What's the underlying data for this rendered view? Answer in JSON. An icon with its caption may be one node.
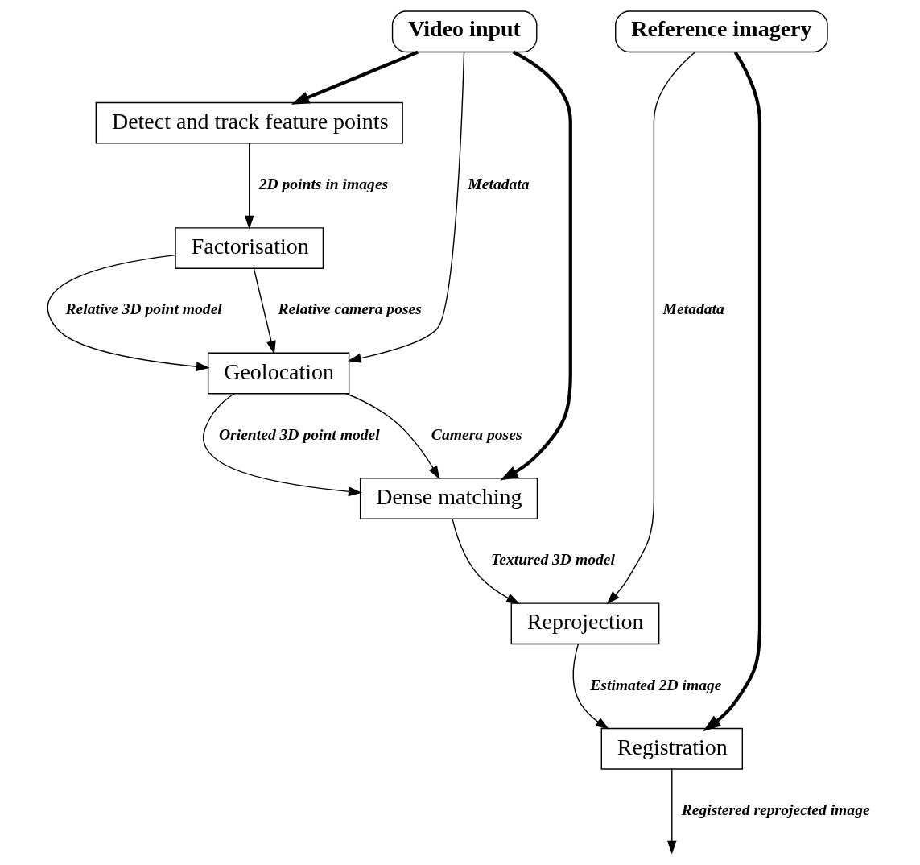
{
  "diagram": {
    "nodes": [
      {
        "text": [
          "Video input"
        ]
      },
      {
        "text": [
          "Reference imagery"
        ]
      },
      {
        "text": [
          "Detect and track feature points"
        ]
      },
      {
        "text": [
          "Factorisation"
        ]
      },
      {
        "text": [
          "Geolocation"
        ]
      },
      {
        "text": [
          "Dense matching"
        ]
      },
      {
        "text": [
          "Reprojection"
        ]
      },
      {
        "text": [
          "Registration"
        ]
      }
    ],
    "edges": [
      {
        "from": 0,
        "to": 2,
        "arrow": "to",
        "style": "thick"
      },
      {
        "from": 0,
        "to": 5,
        "arrow": "to",
        "style": "thick"
      },
      {
        "from": 0,
        "to": 4,
        "arrow": "to",
        "label": "Metadata"
      },
      {
        "from": 2,
        "to": 3,
        "arrow": "to",
        "label": "2D points in images"
      },
      {
        "from": 3,
        "to": 4,
        "arrow": "to",
        "label": "Relative 3D point model"
      },
      {
        "from": 3,
        "to": 4,
        "arrow": "to",
        "label": "Relative camera poses"
      },
      {
        "from": 4,
        "to": 5,
        "arrow": "to",
        "label": "Oriented 3D point model"
      },
      {
        "from": 4,
        "to": 5,
        "arrow": "to",
        "label": "Camera poses"
      },
      {
        "from": 5,
        "to": 6,
        "arrow": "to",
        "label": "Textured 3D model"
      },
      {
        "from": 1,
        "to": 6,
        "arrow": "to",
        "label": "Metadata"
      },
      {
        "from": 1,
        "to": 7,
        "arrow": "to",
        "style": "thick"
      },
      {
        "from": 6,
        "to": 7,
        "arrow": "to",
        "label": "Estimated 2D image"
      },
      {
        "from": 7,
        "to": null,
        "arrow": "to",
        "label": "Registered reprojected image"
      }
    ]
  }
}
